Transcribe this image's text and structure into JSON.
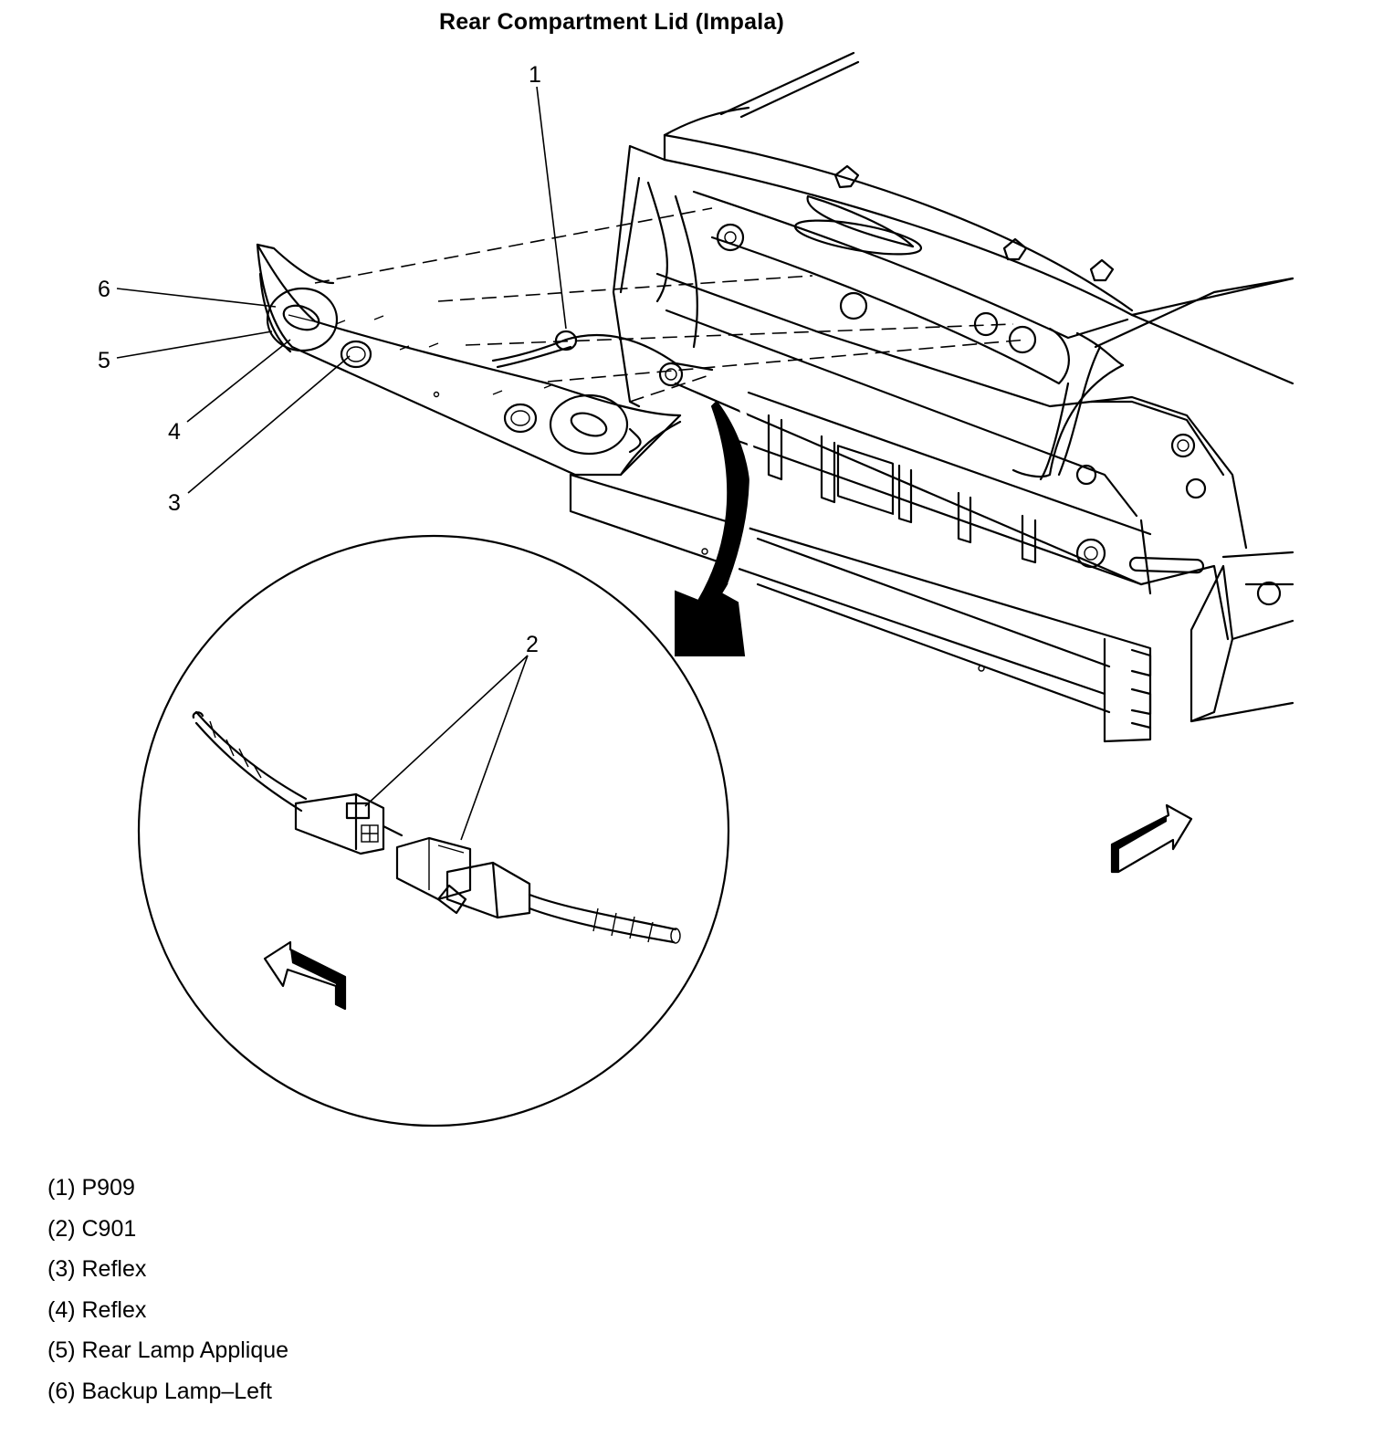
{
  "title": "Rear Compartment Lid (Impala)",
  "callouts": [
    "1",
    "2",
    "3",
    "4",
    "5",
    "6"
  ],
  "legend": [
    "(1) P909",
    "(2) C901",
    "(3) Reflex",
    "(4) Reflex",
    "(5) Rear Lamp Applique",
    "(6) Backup Lamp–Left"
  ]
}
